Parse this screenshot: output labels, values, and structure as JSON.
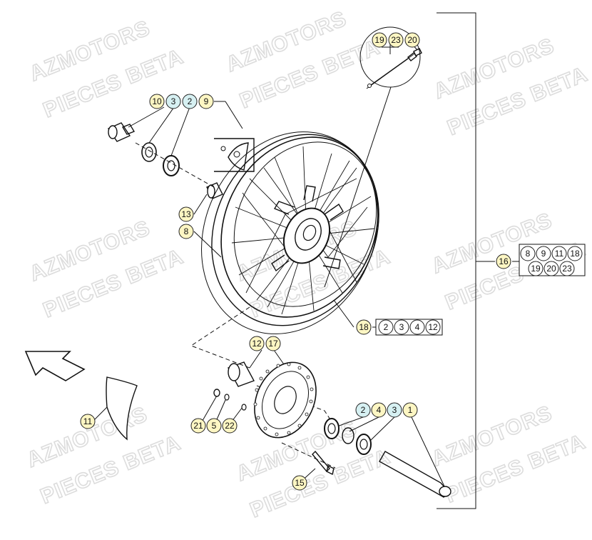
{
  "watermark": {
    "line1": "AZMOTORS",
    "line2": "PIECES BETA"
  },
  "callout_colors": {
    "yellow": "#fdf6c3",
    "blue": "#d6f0f2",
    "white": "#ffffff",
    "stroke": "#222222"
  },
  "callouts": {
    "c19": "19",
    "c23": "23",
    "c20": "20",
    "c10": "10",
    "c3a": "3",
    "c2a": "2",
    "c9": "9",
    "c13": "13",
    "c8": "8",
    "c16": "16",
    "c16_g1": "8",
    "c16_g2": "9",
    "c16_g3": "11",
    "c16_g4": "18",
    "c16_g5": "19",
    "c16_g6": "20",
    "c16_g7": "23",
    "c18": "18",
    "c18_g1": "2",
    "c18_g2": "3",
    "c18_g3": "4",
    "c18_g4": "12",
    "c12": "12",
    "c17": "17",
    "c2b": "2",
    "c4": "4",
    "c3b": "3",
    "c1": "1",
    "c11": "11",
    "c21": "21",
    "c5": "5",
    "c22": "22",
    "c15": "15"
  }
}
